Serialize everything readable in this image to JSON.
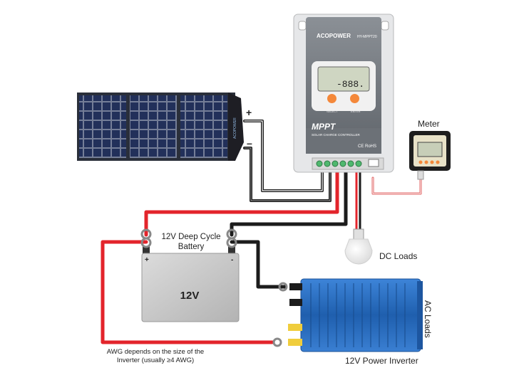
{
  "controller": {
    "brand": "ACOPOWER",
    "model": "HY-MPPT20",
    "display": "-888.",
    "title": "MPPT",
    "subtitle": "SOLAR CHARGE CONTROLLER",
    "cert": "CE RoHS",
    "button_left": "SELECT",
    "button_right": "ENTER"
  },
  "panel": {
    "polarity_pos": "+",
    "polarity_neg": "–",
    "brand": "ACOPOWER"
  },
  "meter": {
    "label": "Meter"
  },
  "battery": {
    "title_line1": "12V Deep Cycle",
    "title_line2": "Battery",
    "voltage": "12V",
    "terminal_pos": "+",
    "terminal_neg": "-"
  },
  "loads": {
    "dc": "DC Loads",
    "ac": "AC Loads"
  },
  "inverter": {
    "label": "12V Power Inverter"
  },
  "note": {
    "line1": "AWG depends on the size of the",
    "line2": "Inverter (usually ≥4 AWG)"
  },
  "colors": {
    "positive_wire": "#e3242b",
    "negative_wire": "#1c1c1c",
    "panel_cell": "#1f2a4a",
    "controller_top": "#7d8288",
    "controller_body": "#e6e7e9",
    "inverter": "#2a6fc4",
    "battery": "#c9c9c9"
  }
}
